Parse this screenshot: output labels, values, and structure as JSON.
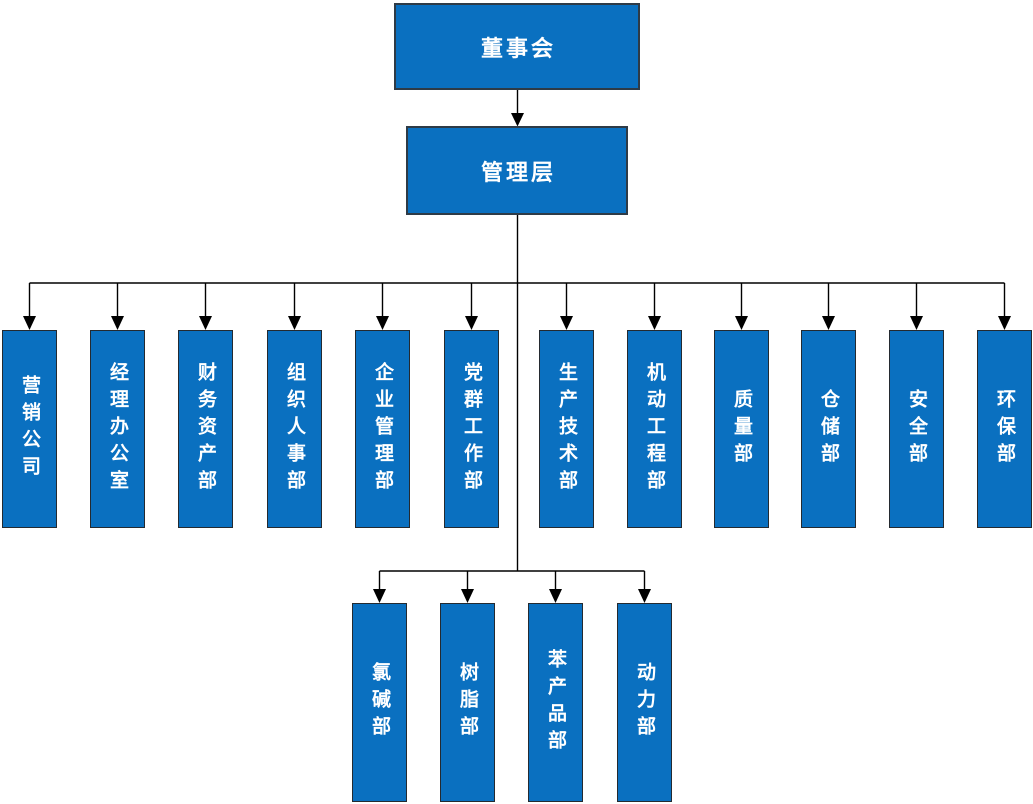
{
  "org": {
    "board": {
      "label": "董事会"
    },
    "management": {
      "label": "管理层"
    },
    "departments": [
      {
        "label": "营销公司"
      },
      {
        "label": "经理办公室"
      },
      {
        "label": "财务资产部"
      },
      {
        "label": "组织人事部"
      },
      {
        "label": "企业管理部"
      },
      {
        "label": "党群工作部"
      },
      {
        "label": "生产技术部"
      },
      {
        "label": "机动工程部"
      },
      {
        "label": "质量部"
      },
      {
        "label": "仓储部"
      },
      {
        "label": "安全部"
      },
      {
        "label": "环保部"
      }
    ],
    "subunits": [
      {
        "label": "氯碱部"
      },
      {
        "label": "树脂部"
      },
      {
        "label": "苯产品部"
      },
      {
        "label": "动力部"
      }
    ],
    "colors": {
      "box_fill": "#0a70c0",
      "box_border": "#242a30",
      "text": "#ffffff",
      "connector": "#000000",
      "background": "#ffffff"
    }
  }
}
